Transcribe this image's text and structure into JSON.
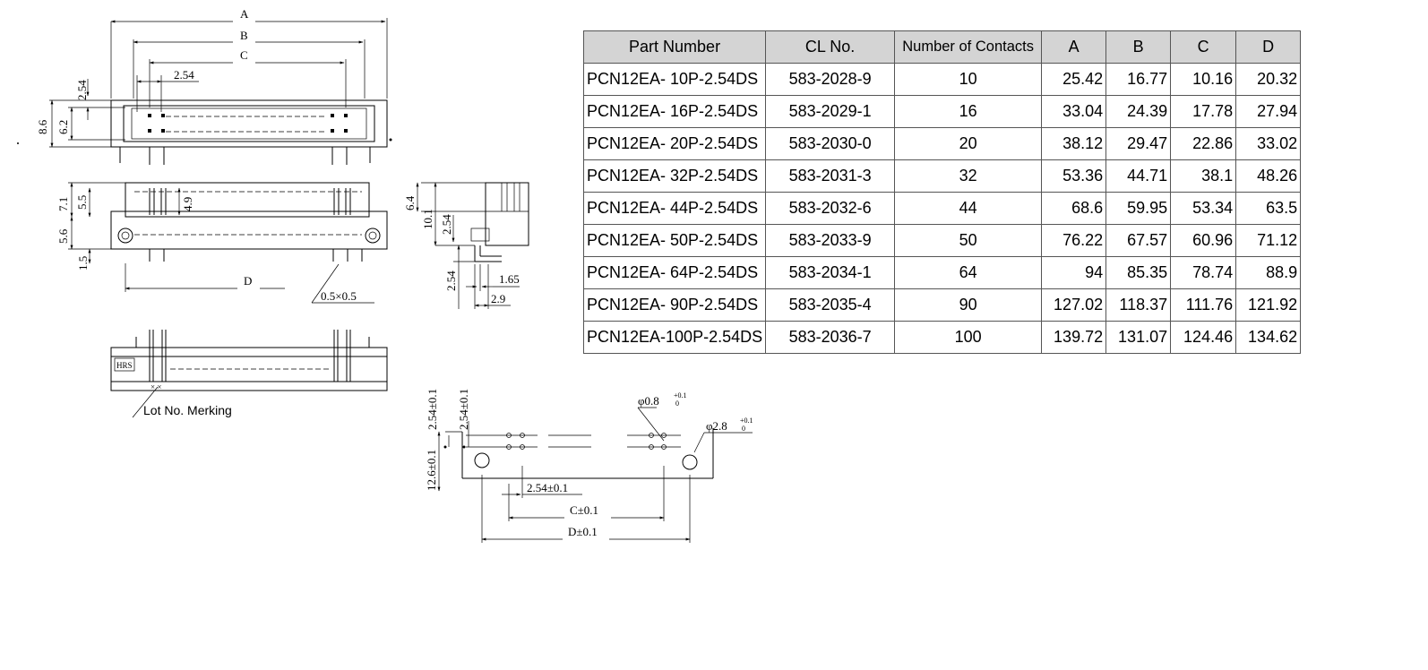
{
  "table": {
    "headers": [
      "Part Number",
      "CL No.",
      "Number of Contacts",
      "A",
      "B",
      "C",
      "D"
    ],
    "rows": [
      [
        "PCN12EA-  10P-2.54DS",
        "583-2028-9",
        "10",
        "25.42",
        "16.77",
        "10.16",
        "20.32"
      ],
      [
        "PCN12EA-  16P-2.54DS",
        "583-2029-1",
        "16",
        "33.04",
        "24.39",
        "17.78",
        "27.94"
      ],
      [
        "PCN12EA-  20P-2.54DS",
        "583-2030-0",
        "20",
        "38.12",
        "29.47",
        "22.86",
        "33.02"
      ],
      [
        "PCN12EA-  32P-2.54DS",
        "583-2031-3",
        "32",
        "53.36",
        "44.71",
        "38.1",
        "48.26"
      ],
      [
        "PCN12EA-  44P-2.54DS",
        "583-2032-6",
        "44",
        "68.6",
        "59.95",
        "53.34",
        "63.5"
      ],
      [
        "PCN12EA-  50P-2.54DS",
        "583-2033-9",
        "50",
        "76.22",
        "67.57",
        "60.96",
        "71.12"
      ],
      [
        "PCN12EA-  64P-2.54DS",
        "583-2034-1",
        "64",
        "94",
        "85.35",
        "78.74",
        "88.9"
      ],
      [
        "PCN12EA-  90P-2.54DS",
        "583-2035-4",
        "90",
        "127.02",
        "118.37",
        "111.76",
        "121.92"
      ],
      [
        "PCN12EA-100P-2.54DS",
        "583-2036-7",
        "100",
        "139.72",
        "131.07",
        "124.46",
        "134.62"
      ]
    ]
  },
  "drawing": {
    "dim_a": "A",
    "dim_b": "B",
    "dim_c": "C",
    "dim_d": "D",
    "pitch": "2.54",
    "height_8_6": "8.6",
    "height_6_2": "6.2",
    "dim_7_1": "7.1",
    "dim_5_5": "5.5",
    "dim_4_9": "4.9",
    "dim_5_6": "5.6",
    "dim_1_5": "1.5",
    "chamfer": "0.5×0.5",
    "side_6_4": "6.4",
    "side_10_1": "10.1",
    "side_2_54_a": "2.54",
    "side_2_54_b": "2.54",
    "side_1_65": "1.65",
    "side_2_9": "2.9",
    "lot_label": "Lot No. Merking",
    "logo": "HRS",
    "pcb_12_6": "12.6±0.1",
    "pcb_2_54_v1": "2.54±0.1",
    "pcb_2_54_v2": "2.54±0.1",
    "pcb_hole_small": "φ0.8",
    "pcb_hole_large": "φ2.8",
    "pcb_tol_upper": "+0.1",
    "pcb_tol_lower": "0",
    "pcb_2_54_h": "2.54±0.1",
    "pcb_c": "C±0.1",
    "pcb_d": "D±0.1"
  }
}
